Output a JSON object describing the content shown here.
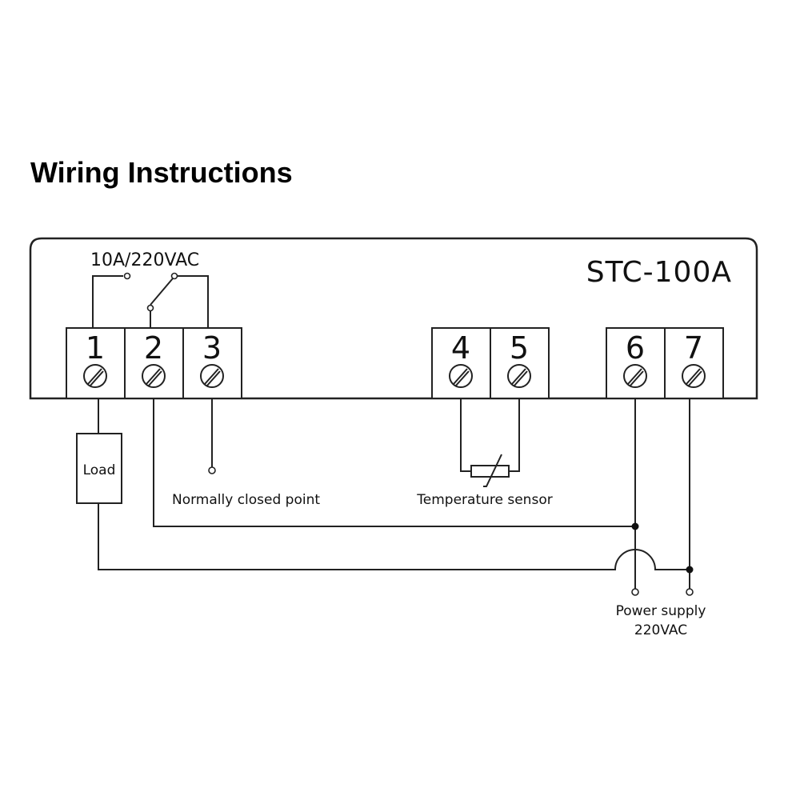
{
  "title": "Wiring Instructions",
  "device": {
    "model": "STC-100A",
    "relay_rating": "10A/220VAC"
  },
  "terminals": [
    {
      "number": "1"
    },
    {
      "number": "2"
    },
    {
      "number": "3"
    },
    {
      "number": "4"
    },
    {
      "number": "5"
    },
    {
      "number": "6"
    },
    {
      "number": "7"
    }
  ],
  "labels": {
    "load": "Load",
    "normally_closed": "Normally closed point",
    "temperature_sensor": "Temperature sensor",
    "power_supply_line1": "Power supply",
    "power_supply_line2": "220VAC"
  },
  "connections": [
    {
      "from": "1",
      "to": "load"
    },
    {
      "from": "2",
      "to": "6"
    },
    {
      "from": "3",
      "to": "normally_closed_point"
    },
    {
      "from": "4",
      "to": "temperature_sensor"
    },
    {
      "from": "5",
      "to": "temperature_sensor"
    },
    {
      "from": "load",
      "to": "7"
    },
    {
      "from": "6",
      "to": "power_supply"
    },
    {
      "from": "7",
      "to": "power_supply"
    }
  ]
}
